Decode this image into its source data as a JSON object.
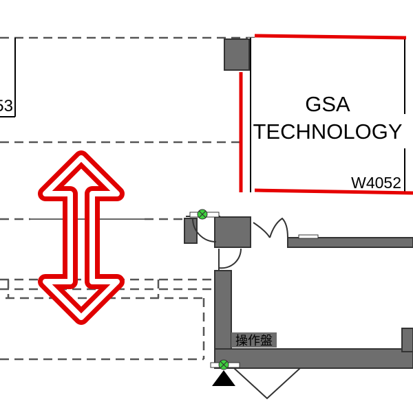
{
  "floorplan": {
    "booths": [
      {
        "name": "GSA\nTECHNOLOGY",
        "name_line1": "GSA",
        "name_line2": "TECHNOLOGY",
        "number": "W4052",
        "highlighted": true
      },
      {
        "number_partial": "53"
      }
    ],
    "labels": {
      "control_panel": "操作盤"
    },
    "colors": {
      "highlight": "#e60000",
      "wall": "#6e6e6e",
      "wall_outline": "#333333",
      "dashed": "#555555",
      "arrow": "#e00000",
      "valve_green": "#3fd13f"
    },
    "icons": [
      "double-arrow-icon",
      "valve-icon",
      "door-swing-icon",
      "triangle-marker-icon"
    ]
  }
}
